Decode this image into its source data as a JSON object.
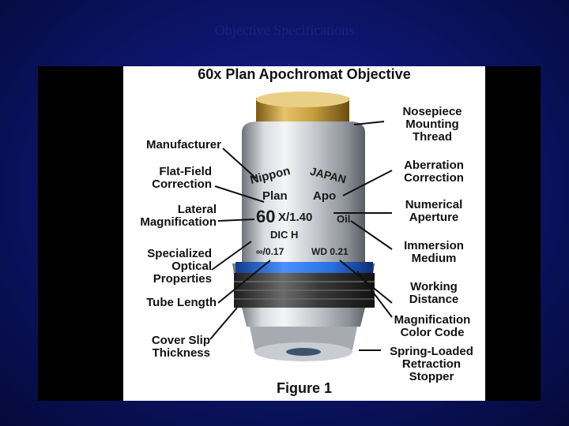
{
  "slide": {
    "title": "Objective Specifications"
  },
  "figure": {
    "title": "60x Plan Apochromat Objective",
    "caption": "Figure 1",
    "engraving": {
      "manufacturer": "Nippon",
      "country": "JAPAN",
      "correction_plan": "Plan",
      "correction_apo": "Apo",
      "magnification": "60",
      "na": "X/1.40",
      "medium": "Oil",
      "dic": "DIC H",
      "tube_cover": "∞/0.17",
      "wd": "WD 0.21"
    },
    "labels": {
      "manufacturer": "Manufacturer",
      "flat_field": "Flat-Field\nCorrection",
      "lateral_mag": "Lateral\nMagnification",
      "specialized": "Specialized\nOptical\nProperties",
      "tube_length": "Tube Length",
      "cover_slip": "Cover Slip\nThickness",
      "nosepiece": "Nosepiece\nMounting\nThread",
      "aberration": "Aberration\nCorrection",
      "numerical": "Numerical\nAperture",
      "immersion": "Immersion\nMedium",
      "working": "Working\nDistance",
      "mag_color": "Magnification\nColor Code",
      "spring": "Spring-Loaded\nRetraction\nStopper"
    },
    "colors": {
      "gold_thread": "#c8a040",
      "color_code_band": "#2a6fe0",
      "barrel": "#b8bcc2"
    }
  }
}
